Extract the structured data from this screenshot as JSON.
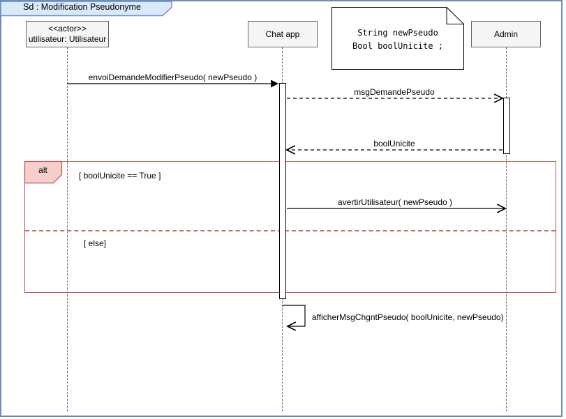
{
  "diagram": {
    "title": "Sd : Modification Pseudonyme",
    "colors": {
      "frame_border": "#6c8ebf",
      "frame_fill": "#dae8fc",
      "alt_border": "#b85450",
      "alt_fill": "#f8cecc",
      "alt_divider": "#c9716c",
      "participant_fill": "#f5f5f5",
      "participant_border": "#666666",
      "line": "#000000",
      "lifeline": "#6b6b6b"
    },
    "participants": [
      {
        "stereotype": "<<actor>>",
        "name": "utilisateur: Utilisateur"
      },
      {
        "name": "Chat app"
      },
      {
        "name": "Admin"
      }
    ],
    "note": {
      "line1": "String newPseudo",
      "line2": "Bool boolUnicite ;"
    },
    "messages": [
      {
        "label": "envoiDemandeModifierPseudo( newPseudo )",
        "from": "utilisateur: Utilisateur",
        "to": "Chat app",
        "line": "solid",
        "arrowhead": "filled"
      },
      {
        "label": "msgDemandePseudo",
        "from": "Chat app",
        "to": "Admin",
        "line": "dashed",
        "arrowhead": "open"
      },
      {
        "label": "boolUnicite",
        "from": "Admin",
        "to": "Chat app",
        "line": "dashed",
        "arrowhead": "open"
      },
      {
        "label": "avertirUtilisateur( newPseudo )",
        "from": "Chat app",
        "to": "Admin",
        "line": "solid",
        "arrowhead": "open"
      },
      {
        "label": "afficherMsgChgntPseudo( boolUnicite, newPseudo)",
        "from": "Chat app",
        "to": "Chat app",
        "line": "solid",
        "arrowhead": "open",
        "self": true
      }
    ],
    "alt": {
      "operator": "alt",
      "guard_true": "[ boolUnicite == True ]",
      "guard_else": "[ else]"
    }
  }
}
